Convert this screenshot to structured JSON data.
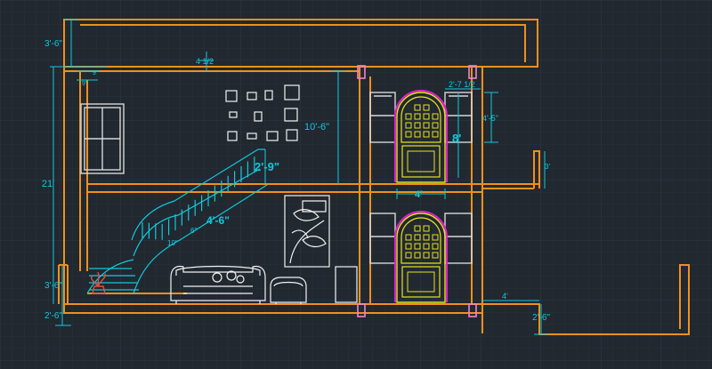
{
  "colors": {
    "background": "#212830",
    "grid_minor": "#28303a",
    "grid_major": "#2f3843",
    "wall": "#f0901c",
    "dimension": "#12c8dc",
    "door": "#e6e21e",
    "door_trim": "#e01fd2",
    "window": "#d8d8d8",
    "furniture": "#f2f2f2",
    "pink": "#ef86c8"
  },
  "dimensions": {
    "top_parapet": "3'-6\"",
    "top_ledge": "4 1/2",
    "nine_a": "9\"",
    "nine_b": "9\"",
    "ceiling_height": "10'-6\"",
    "total_height": "21'",
    "stair_landing": "2'-9\"",
    "stair_run": "4'-6\"",
    "stair_tread_a": "10\"",
    "stair_tread_b": "6\"",
    "upper_width": "2'-7 1/2",
    "upper_window": "4'-5\"",
    "door_height": "8'",
    "door_width": "4'",
    "rail_right": "3'",
    "ground_rail": "3'-6\"",
    "foundation_left": "2'-6\"",
    "foundation_right": "2'-6\"",
    "right_ledge": "4'"
  },
  "icons": {
    "planter": "potted-plant-icon",
    "sofa": "sofa-icon",
    "armchair": "armchair-icon",
    "frames": "picture-frames-icon",
    "wall_art": "floral-panel-icon"
  }
}
